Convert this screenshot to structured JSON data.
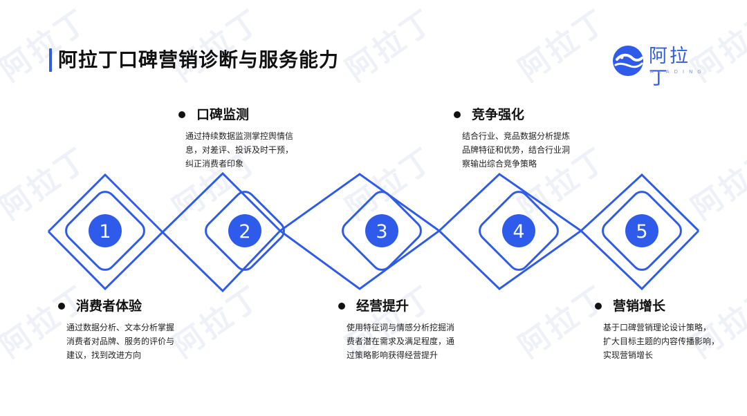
{
  "page": {
    "title": "阿拉丁口碑营销诊断与服务能力",
    "accent_color": "#2f5bea"
  },
  "logo": {
    "name": "阿拉丁",
    "subtitle": "ALADING",
    "icon": "aladdin-logo-icon"
  },
  "watermark": {
    "text": "阿拉丁"
  },
  "steps": [
    {
      "number": "1",
      "title": "消费者体验",
      "desc": "通过数据分析、文本分析掌握\n消费者对品牌、服务的评价与\n建议，找到改进方向"
    },
    {
      "number": "2",
      "title": "口碑监测",
      "desc": "通过持续数据监测掌控舆情信\n息，对差评、投诉及时干预，\n纠正消费者印象"
    },
    {
      "number": "3",
      "title": "经营提升",
      "desc": "使用特征词与情感分析挖掘消\n费者潜在需求及满足程度，通\n过策略影响获得经营提升"
    },
    {
      "number": "4",
      "title": "竞争强化",
      "desc": "结合行业、竞品数据分析提炼\n品牌特征和优势，结合行业洞\n察输出综合竞争策略"
    },
    {
      "number": "5",
      "title": "营销增长",
      "desc": "基于口碑营销理论设计策略，\n扩大目标主题的内容传播影响，\n实现营销增长"
    }
  ]
}
